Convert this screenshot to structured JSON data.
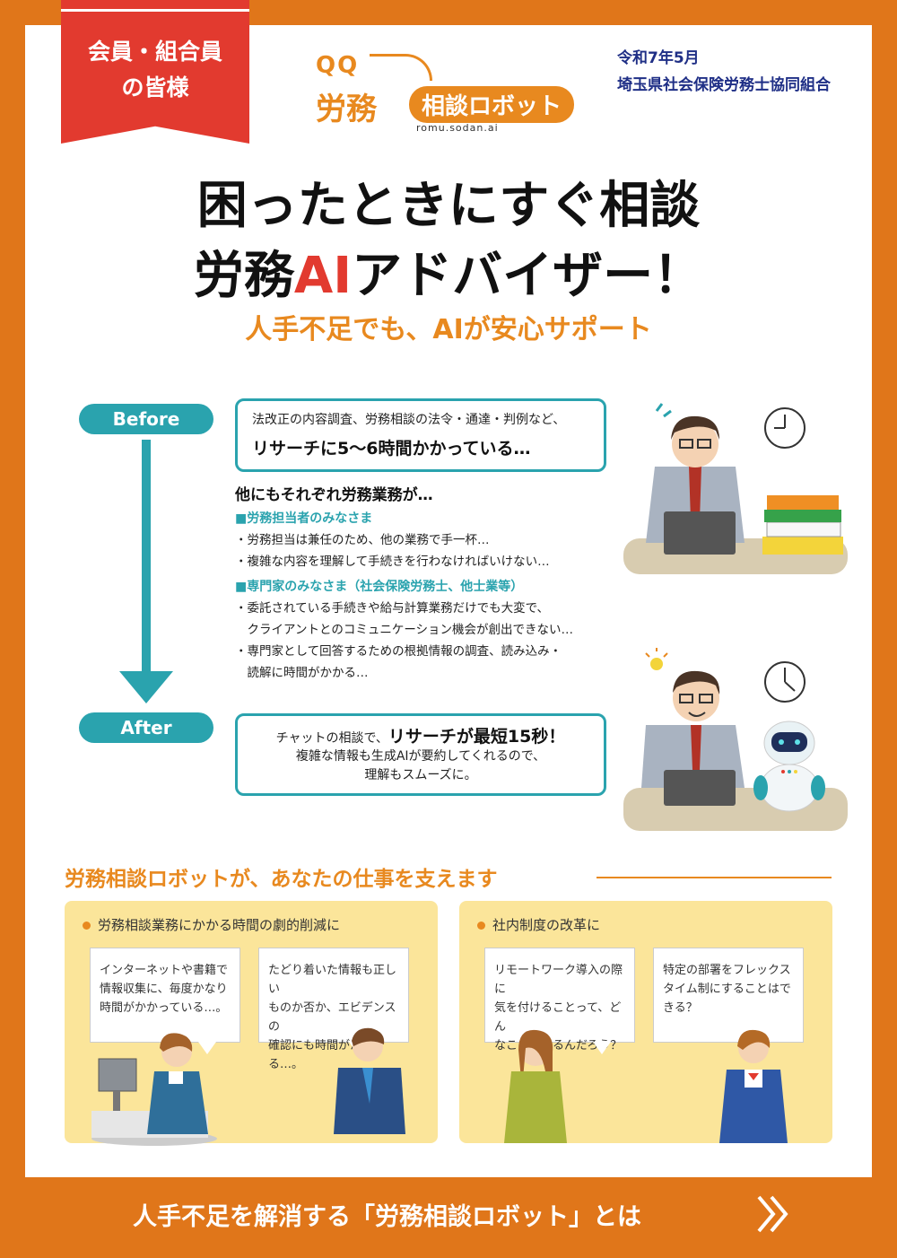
{
  "ribbon": {
    "line1": "会員・組合員",
    "line2": "の皆様"
  },
  "logo": {
    "qq": "QQ",
    "main": "労務",
    "box": "相談ロボット",
    "url": "romu.sodan.ai"
  },
  "date": {
    "line1": "令和7年5月",
    "line2": "埼玉県社会保険労務士協同組合"
  },
  "headline": {
    "line1": "困ったときにすぐ相談",
    "line2_pre": "労務",
    "line2_ai": "AI",
    "line2_post": "アドバイザー！"
  },
  "subhead": "人手不足でも、AIが安心サポート",
  "before": {
    "label": "Before",
    "text1": "法改正の内容調査、労務相談の法令・通達・判例など、",
    "text2": "リサーチに5〜6時間かかっている…"
  },
  "middle": {
    "heading": "他にもそれぞれ労務業務が…",
    "group1_title": "■労務担当者のみなさま",
    "group1_items": [
      "・労務担当は兼任のため、他の業務で手一杯…",
      "・複雑な内容を理解して手続きを行わなければいけない…"
    ],
    "group2_title": "■専門家のみなさま（社会保険労務士、他士業等）",
    "group2_items": [
      "・委託されている手続きや給与計算業務だけでも大変で、",
      "　クライアントとのコミュニケーション機会が創出できない…",
      "・専門家として回答するための根拠情報の調査、読み込み・",
      "　読解に時間がかかる…"
    ]
  },
  "after": {
    "label": "After",
    "text1_pre": "チャットの相談で、",
    "text1_bold": "リサーチが最短15秒！",
    "text2": "複雑な情報も生成AIが要約してくれるので、",
    "text3": "理解もスムーズに。"
  },
  "section_title": "労務相談ロボットが、あなたの仕事を支えます",
  "panel_left": {
    "title": "労務相談業務にかかる時間の劇的削減に",
    "bubble1": [
      "インターネットや書籍で",
      "情報収集に、毎度かなり",
      "時間がかかっている…。"
    ],
    "bubble2": [
      "たどり着いた情報も正しい",
      "ものか否か、エビデンスの",
      "確認にも時間がかかる…。"
    ]
  },
  "panel_right": {
    "title": "社内制度の改革に",
    "bubble1": [
      "リモートワーク導入の際に",
      "気を付けることって、どん",
      "なことがあるんだろう？"
    ],
    "bubble2": [
      "特定の部署をフレックス",
      "タイム制にすることはで",
      "きる？"
    ]
  },
  "footer": {
    "text": "人手不足を解消する「労務相談ロボット」とは"
  },
  "colors": {
    "orange": "#e0761a",
    "red": "#e23a2f",
    "teal": "#2aa3ae",
    "navy": "#1f2f86",
    "yellow": "#fbe59a"
  }
}
